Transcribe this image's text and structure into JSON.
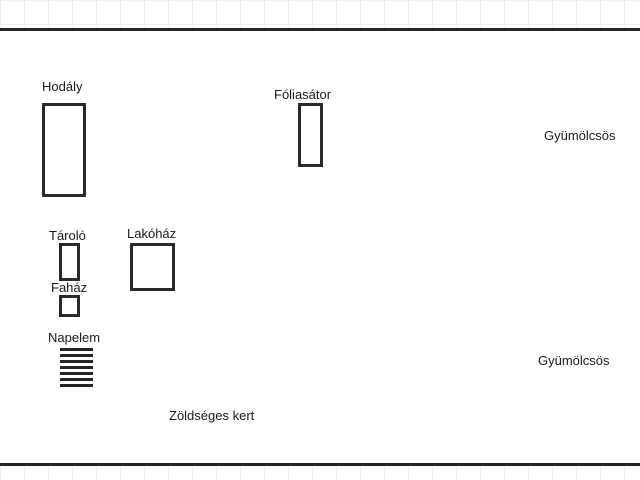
{
  "diagram": {
    "elements": {
      "hodaly": {
        "label": "Hodály"
      },
      "foliasator": {
        "label": "Fóliasátor"
      },
      "gyumolcsos_1": {
        "label": "Gyümölcsös"
      },
      "tarolo": {
        "label": "Tároló"
      },
      "lakohaz": {
        "label": "Lakóház"
      },
      "fahaz": {
        "label": "Faház"
      },
      "napelem": {
        "label": "Napelem",
        "panel_rows": 7
      },
      "gyumolcsos_2": {
        "label": "Gyümölcsös"
      },
      "zoldseges_kert": {
        "label": "Zöldséges kert"
      }
    },
    "line_color": "#262626"
  }
}
